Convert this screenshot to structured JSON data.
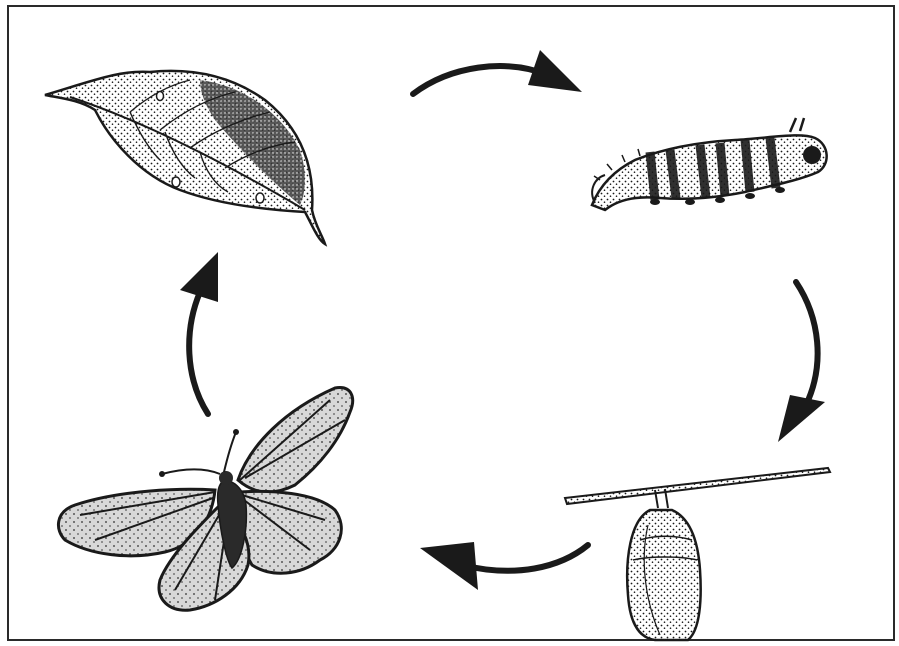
{
  "diagram": {
    "kind": "life-cycle",
    "stages": [
      {
        "id": "egg",
        "icon": "leaf-with-eggs-icon"
      },
      {
        "id": "larva",
        "icon": "caterpillar-icon"
      },
      {
        "id": "pupa",
        "icon": "chrysalis-icon"
      },
      {
        "id": "adult",
        "icon": "butterfly-icon"
      }
    ],
    "flow": "clockwise",
    "colors": {
      "ink": "#1a1a1a",
      "background": "#ffffff",
      "frame": "#2a2a2a"
    }
  }
}
